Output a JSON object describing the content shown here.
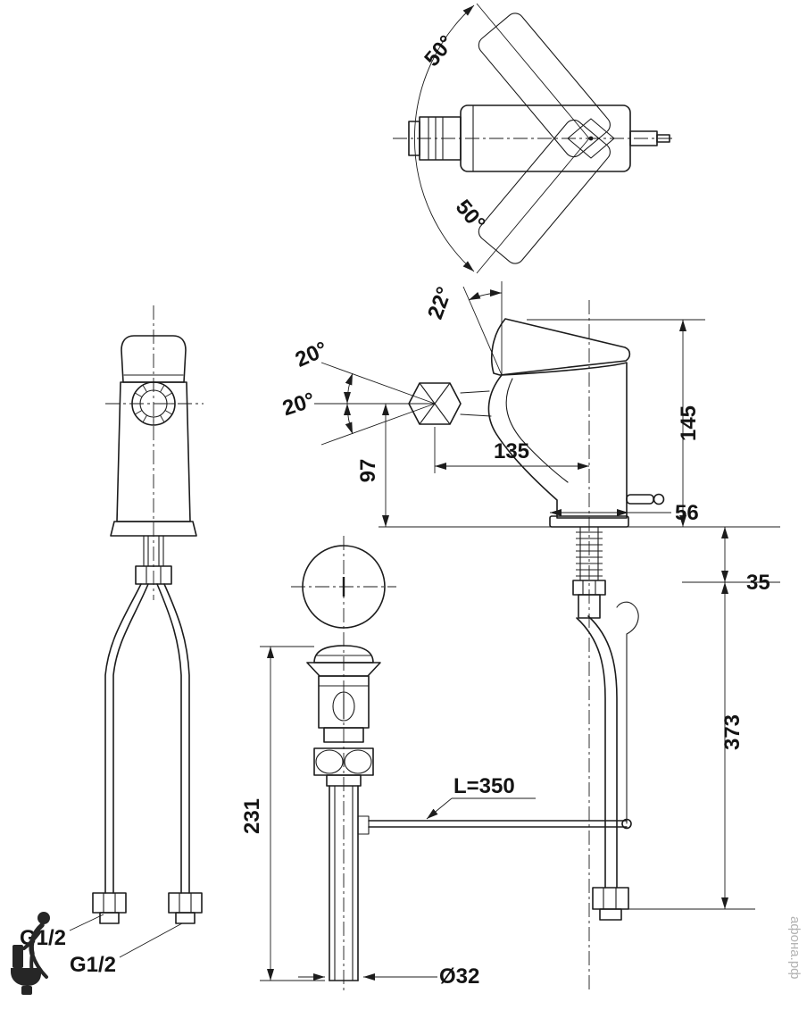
{
  "watermark": "афона.рф",
  "labels": {
    "swivel_upper": "50°",
    "swivel_lower": "50°",
    "lever_angle": "22°",
    "knob_angle_upper": "20°",
    "knob_angle_lower": "20°",
    "spout_height": "97",
    "spout_reach": "135",
    "total_height": "145",
    "base_width": "56",
    "deck_max_thickness": "35",
    "hose_length": "373",
    "drain_body_height": "231",
    "rod_length": "L=350",
    "drain_diameter": "Ø32",
    "thread_left": "G1/2",
    "thread_right": "G1/2"
  }
}
